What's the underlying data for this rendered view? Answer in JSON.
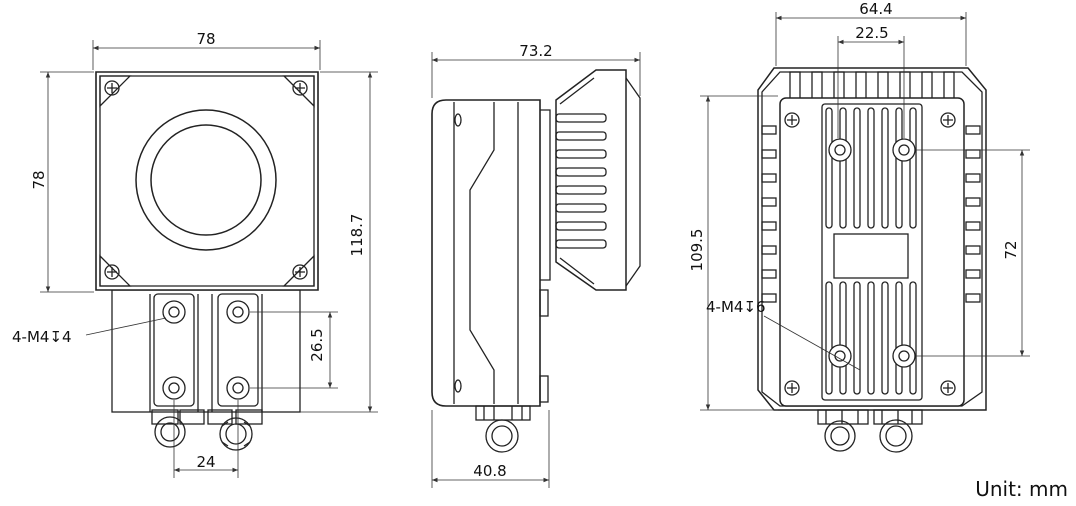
{
  "unit_label": "Unit: mm",
  "front_view": {
    "width": "78",
    "height": "78",
    "overall_height": "118.7",
    "hole_spacing_v": "26.5",
    "hole_spacing_h": "24",
    "hole_callout": "4-M4↧4"
  },
  "side_view": {
    "depth": "73.2",
    "bottom_width": "40.8"
  },
  "back_view": {
    "width": "64.4",
    "hole_spacing_h": "22.5",
    "height": "109.5",
    "hole_spacing_v": "72",
    "hole_callout": "4-M4↧6"
  }
}
